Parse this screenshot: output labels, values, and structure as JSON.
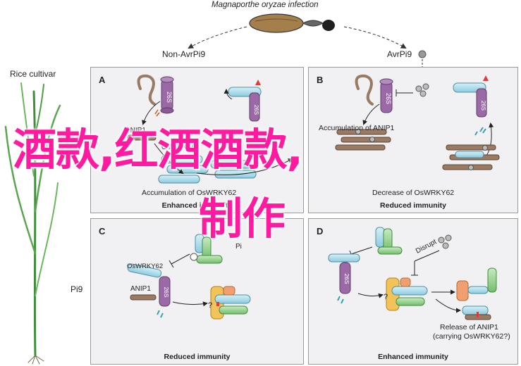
{
  "header": {
    "infection_title": "Magnaporthe oryzae infection",
    "left_branch": "Non-AvrPi9",
    "right_branch": "AvrPi9",
    "rice_label": "Rice cultivar",
    "pi9_label": "Pi9"
  },
  "panels": {
    "A": {
      "letter": "A",
      "anip1": "ANIP1",
      "wrky": "OsWRKY62",
      "accumulation": "Accumulation of OsWRKY62",
      "caption": "Enhanced immunity",
      "proteasome": "26S",
      "partial_left": "on-Pi9"
    },
    "B": {
      "letter": "B",
      "accumulation": "Accumulation of ANIP1",
      "decrease": "Decrease of OsWRKY62",
      "caption": "Reduced immunity",
      "proteasome": "26S"
    },
    "C": {
      "letter": "C",
      "wrky": "OsWRKY62",
      "anip1": "ANIP1",
      "pi9": "Pi",
      "caption": "Reduced immunity",
      "proteasome": "26S",
      "question": "?"
    },
    "D": {
      "letter": "D",
      "disrupt": "Disrupt",
      "release_line1": "Release of ANIP1",
      "release_line2": "(carrying OsWRKY62?)",
      "caption": "Enhanced immunity",
      "proteasome": "26S",
      "question": "?"
    }
  },
  "overlay": {
    "line1": "酒款,红酒酒款,",
    "line2": "制作",
    "color": "#ff1aa0"
  },
  "colors": {
    "panel_bg": "#f1f1f4",
    "proteasome": "#9b6aa6",
    "wrky": "#a8dbe8",
    "anip1": "#9a7a62",
    "pi9_green": "#8fcf8a",
    "fungus": "#a47f4c",
    "accent_red": "#e23a3a"
  }
}
